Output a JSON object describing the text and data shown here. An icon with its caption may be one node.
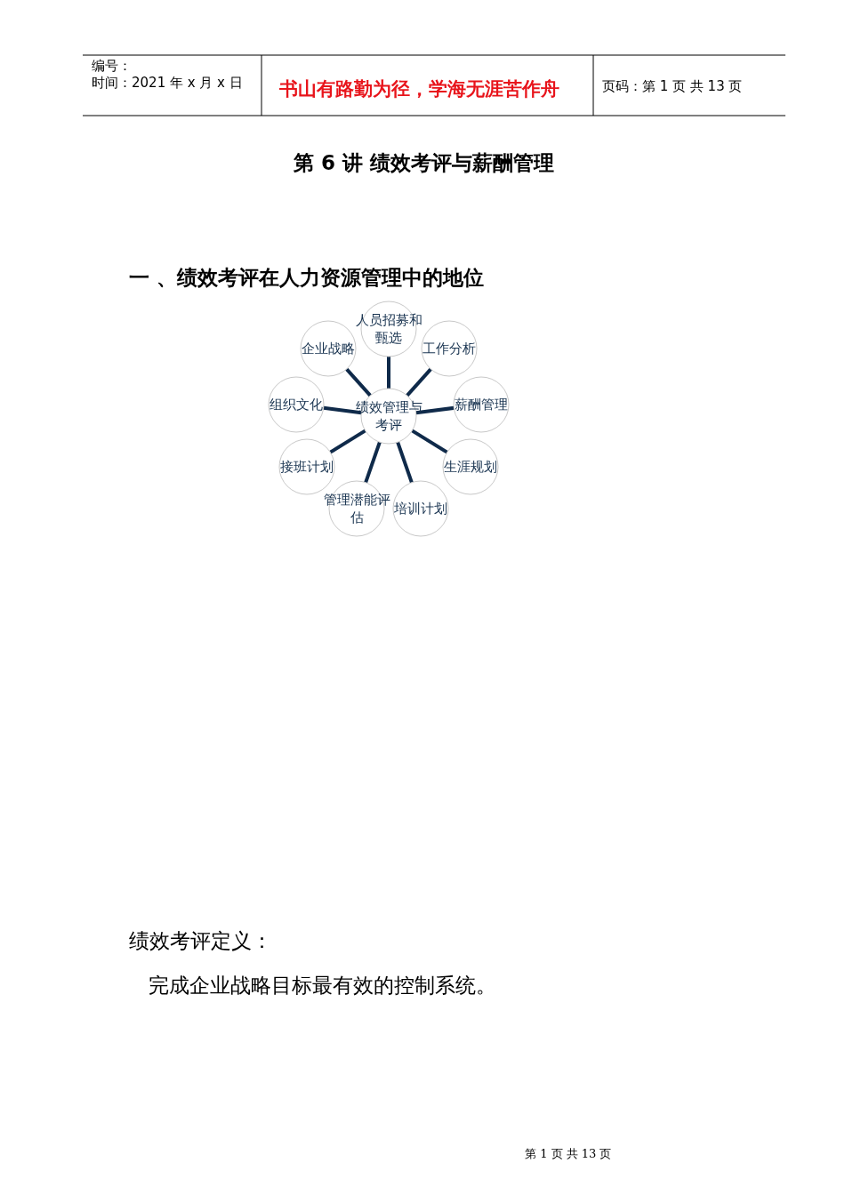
{
  "diagram": {
    "title": "第 6 讲  绩效考评与薪酬管理",
    "nodes": [
      {
        "text": [
          "人员招募和甄选"
        ]
      },
      {
        "text": [
          "企业战略"
        ]
      },
      {
        "text": [
          "工作分析"
        ]
      },
      {
        "text": [
          "组织文化"
        ]
      },
      {
        "text": [
          "绩效管理与考评"
        ]
      },
      {
        "text": [
          "薪酬管理"
        ]
      },
      {
        "text": [
          "接班计划"
        ]
      },
      {
        "text": [
          "生涯规划"
        ]
      },
      {
        "text": [
          "管理潜能评估"
        ]
      },
      {
        "text": [
          "培训计划"
        ]
      }
    ],
    "edges": [
      {
        "from": 4,
        "to": 0,
        "arrow": "none"
      },
      {
        "from": 4,
        "to": 1,
        "arrow": "none"
      },
      {
        "from": 4,
        "to": 2,
        "arrow": "none"
      },
      {
        "from": 4,
        "to": 3,
        "arrow": "none"
      },
      {
        "from": 4,
        "to": 5,
        "arrow": "none"
      },
      {
        "from": 4,
        "to": 6,
        "arrow": "none"
      },
      {
        "from": 4,
        "to": 7,
        "arrow": "none"
      },
      {
        "from": 4,
        "to": 8,
        "arrow": "none"
      },
      {
        "from": 4,
        "to": 9,
        "arrow": "none"
      }
    ],
    "labels": [
      "编号：",
      "时间：2021 年 x 月 x 日",
      "书山有路勤为径，学海无涯苦作舟",
      "页码：第 1 页  共 13 页",
      "一 、绩效考评在人力资源管理中的地位",
      "绩效考评定义：",
      "完成企业战略目标最有效的控制系统。",
      "第 1 页 共 13 页"
    ]
  }
}
